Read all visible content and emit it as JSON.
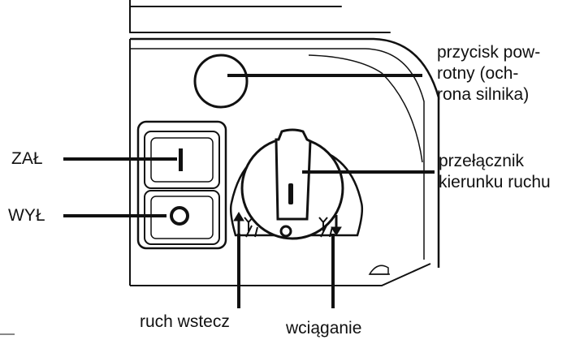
{
  "labels": {
    "reset_button": [
      "przycisk pow-",
      "rotny (och-",
      "rona silnika)"
    ],
    "direction_switch": [
      "przełącznik",
      "kierunku ruchu"
    ],
    "on": "ZAŁ",
    "off": "WYŁ",
    "reverse": "ruch wstecz",
    "intake": "wciąganie"
  },
  "switch_symbols": {
    "on_symbol": "I",
    "off_symbol": "O",
    "dial_center": "O"
  },
  "colors": {
    "line": "#111111",
    "background": "#ffffff"
  }
}
